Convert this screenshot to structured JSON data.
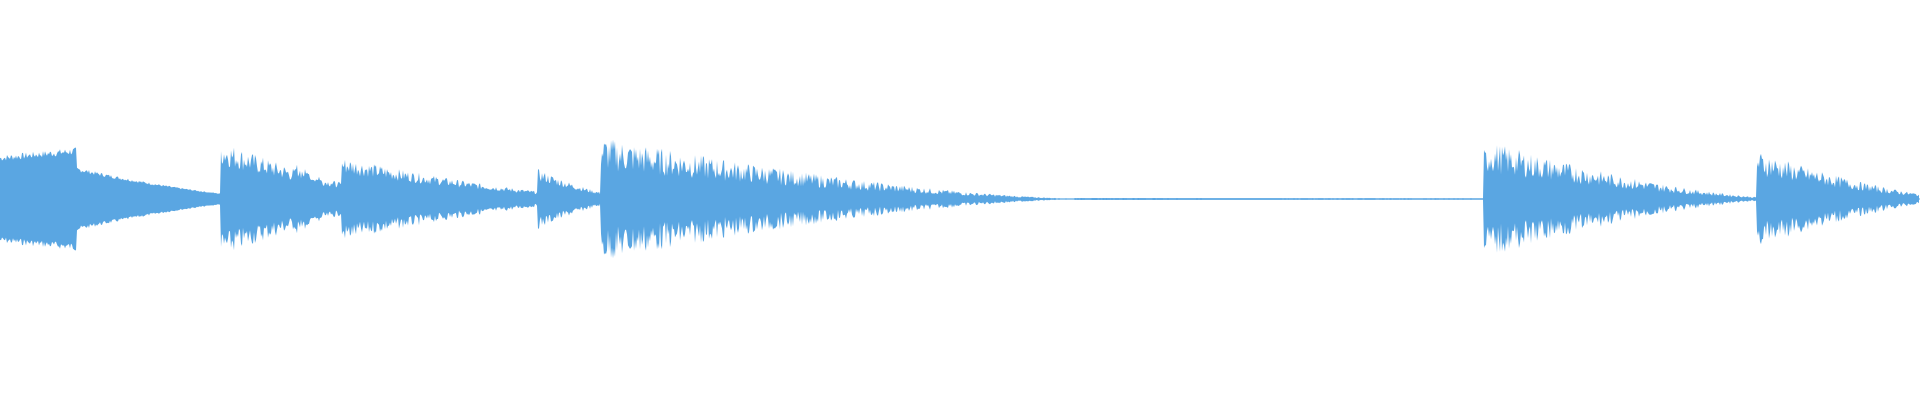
{
  "waveform": {
    "color": "#5aa6e2",
    "segments": [
      {
        "start": 0.0,
        "end": 0.115,
        "attack": 0.04,
        "decay": 0.75,
        "peak": 1.0,
        "noise": 0.08
      },
      {
        "start": 0.115,
        "end": 0.178,
        "attack": 0.0,
        "decay": 0.55,
        "peak": 0.96,
        "noise": 0.28
      },
      {
        "start": 0.154,
        "end": 0.178,
        "attack": 0.0,
        "decay": 0.5,
        "peak": 0.6,
        "noise": 0.25
      },
      {
        "start": 0.178,
        "end": 0.28,
        "attack": 0.0,
        "decay": 0.65,
        "peak": 0.7,
        "noise": 0.25
      },
      {
        "start": 0.28,
        "end": 0.313,
        "attack": 0.0,
        "decay": 0.6,
        "peak": 0.5,
        "noise": 0.25
      },
      {
        "start": 0.313,
        "end": 0.56,
        "attack": 0.0,
        "decay": 0.96,
        "peak": 0.95,
        "noise": 0.38
      },
      {
        "start": 0.56,
        "end": 0.773,
        "attack": 0.0,
        "decay": 0.1,
        "peak": 0.02,
        "noise": 0.05
      },
      {
        "start": 0.773,
        "end": 0.915,
        "attack": 0.004,
        "decay": 0.88,
        "peak": 0.9,
        "noise": 0.38
      },
      {
        "start": 0.915,
        "end": 1.0,
        "attack": 0.0,
        "decay": 0.75,
        "peak": 0.75,
        "noise": 0.35
      }
    ]
  }
}
